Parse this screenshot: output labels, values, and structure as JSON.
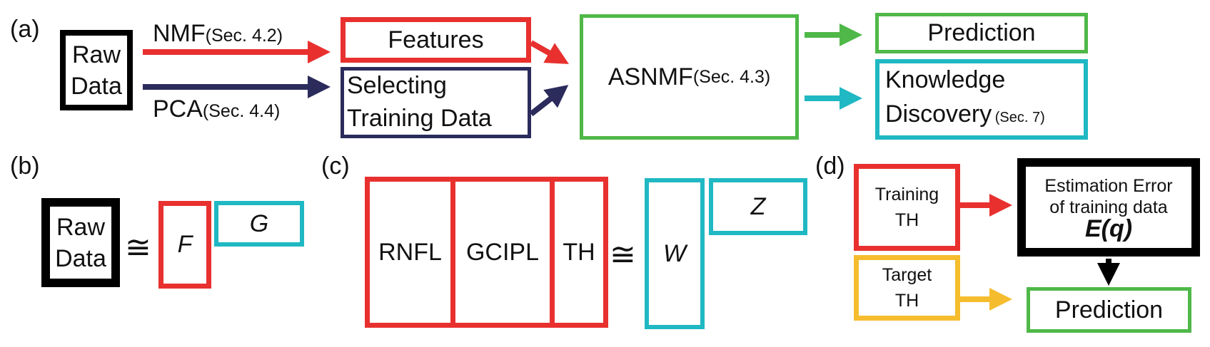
{
  "colors": {
    "red": "#e8312f",
    "navy": "#2b2b5c",
    "green": "#4fb848",
    "cyan": "#1fb8c3",
    "yellow": "#f5bd2e",
    "black": "#000000"
  },
  "approx_symbol": "≅",
  "panel_a": {
    "tag": "(a)",
    "raw_data": "Raw Data",
    "nmf": "NMF",
    "nmf_sec": "(Sec. 4.2)",
    "pca": "PCA",
    "pca_sec": "(Sec. 4.4)",
    "features": "Features",
    "selecting_line1": "Selecting",
    "selecting_line2": "Training Data",
    "asnmf": "ASNMF",
    "asnmf_sec": "(Sec. 4.3)",
    "prediction": "Prediction",
    "knowledge_line1": "Knowledge",
    "knowledge_line2": "Discovery",
    "knowledge_sec": "(Sec. 7)"
  },
  "panel_b": {
    "tag": "(b)",
    "raw_data": "Raw Data",
    "f": "F",
    "g": "G"
  },
  "panel_c": {
    "tag": "(c)",
    "rnfl": "RNFL",
    "gcipl": "GCIPL",
    "th": "TH",
    "w": "W",
    "z": "Z"
  },
  "panel_d": {
    "tag": "(d)",
    "training_line1": "Training",
    "training_line2": "TH",
    "target_line1": "Target",
    "target_line2": "TH",
    "error_line1": "Estimation Error",
    "error_line2": "of training data",
    "error_line3": "E(q)",
    "prediction": "Prediction"
  }
}
